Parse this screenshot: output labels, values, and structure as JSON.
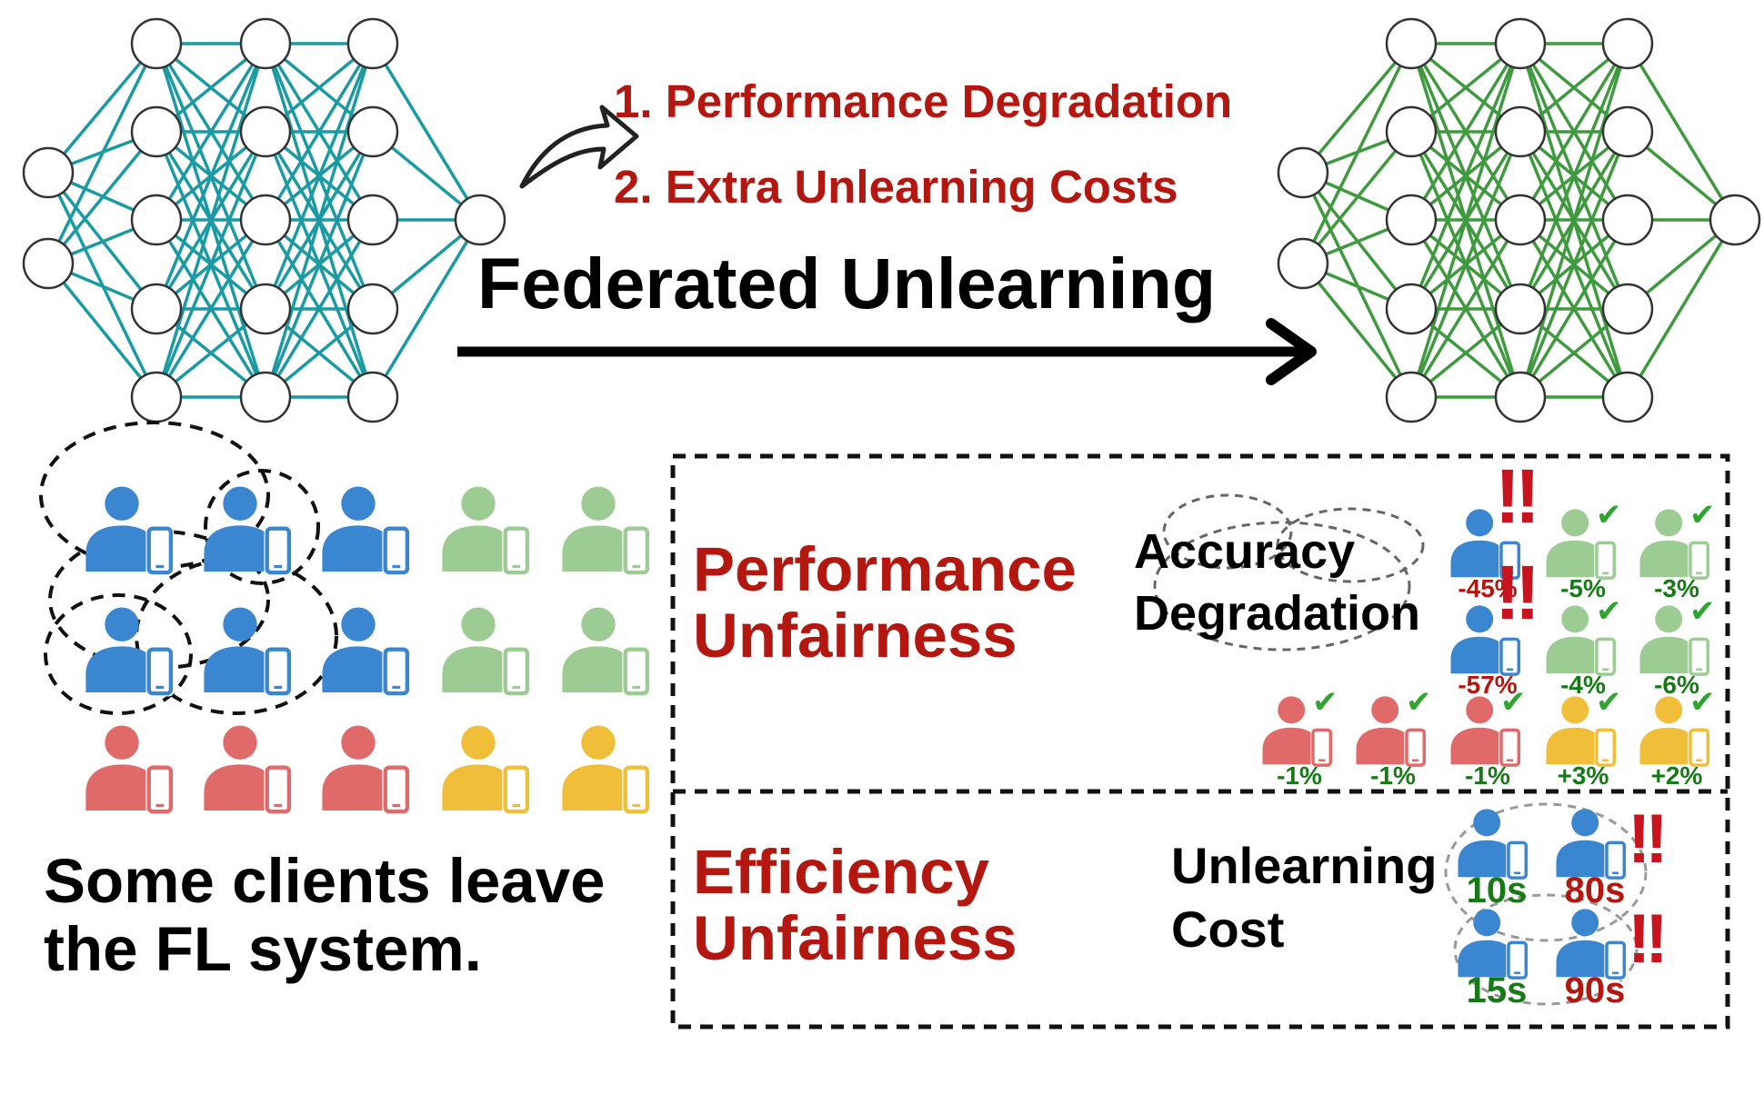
{
  "colors": {
    "net_left": "#1a9aa3",
    "net_right": "#3f9a3f",
    "blue": "#3a86d0",
    "green": "#9ccc94",
    "red": "#e06a6a",
    "yellow": "#f0be38",
    "text_red": "#b3170f",
    "text_green": "#177a17"
  },
  "issues": {
    "item1": "1. Performance Degradation",
    "item2": "2. Extra Unlearning Costs"
  },
  "main_arrow_label": "Federated Unlearning",
  "left_caption": {
    "line1": "Some clients leave",
    "line2": "the FL system."
  },
  "performance_box": {
    "title_line1": "Performance",
    "title_line2": "Unfairness",
    "metric_line1": "Accuracy",
    "metric_line2": "Degradation",
    "changes": [
      "-45%",
      "-5%",
      "-3%",
      "-57%",
      "-4%",
      "-6%",
      "-1%",
      "-1%",
      "-1%",
      "+3%",
      "+2%"
    ],
    "check_icon": "checkmark-icon",
    "alert_icon": "double-exclamation-icon"
  },
  "efficiency_box": {
    "title_line1": "Efficiency",
    "title_line2": "Unfairness",
    "metric_line1": "Unlearning",
    "metric_line2": "Cost",
    "times": [
      "10s",
      "80s",
      "15s",
      "90s"
    ]
  },
  "icon_names": {
    "client": "user-with-phone-icon",
    "curved_arrow": "curved-arrow-icon",
    "network": "neural-network-graphic"
  }
}
